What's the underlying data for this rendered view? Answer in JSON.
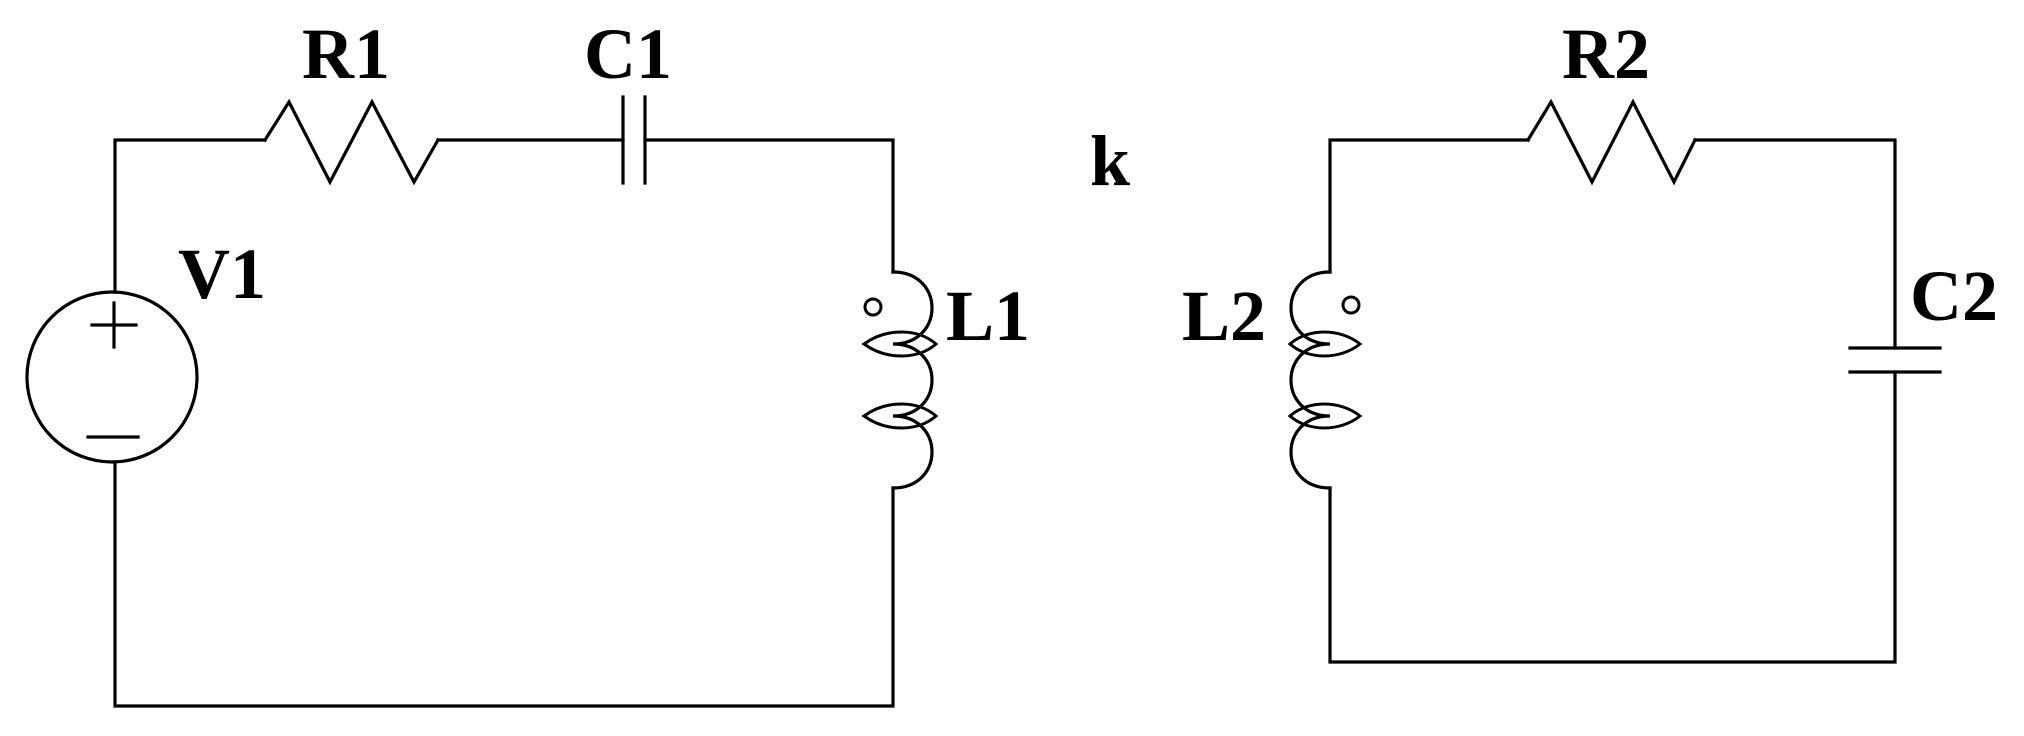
{
  "labels": {
    "R1": "R1",
    "C1": "C1",
    "V1": "V1",
    "L1": "L1",
    "k": "k",
    "L2": "L2",
    "R2": "R2",
    "C2": "C2"
  },
  "source_symbols": {
    "plus": "+",
    "minus": "−"
  },
  "colors": {
    "stroke": "#000000",
    "background": "#ffffff"
  }
}
